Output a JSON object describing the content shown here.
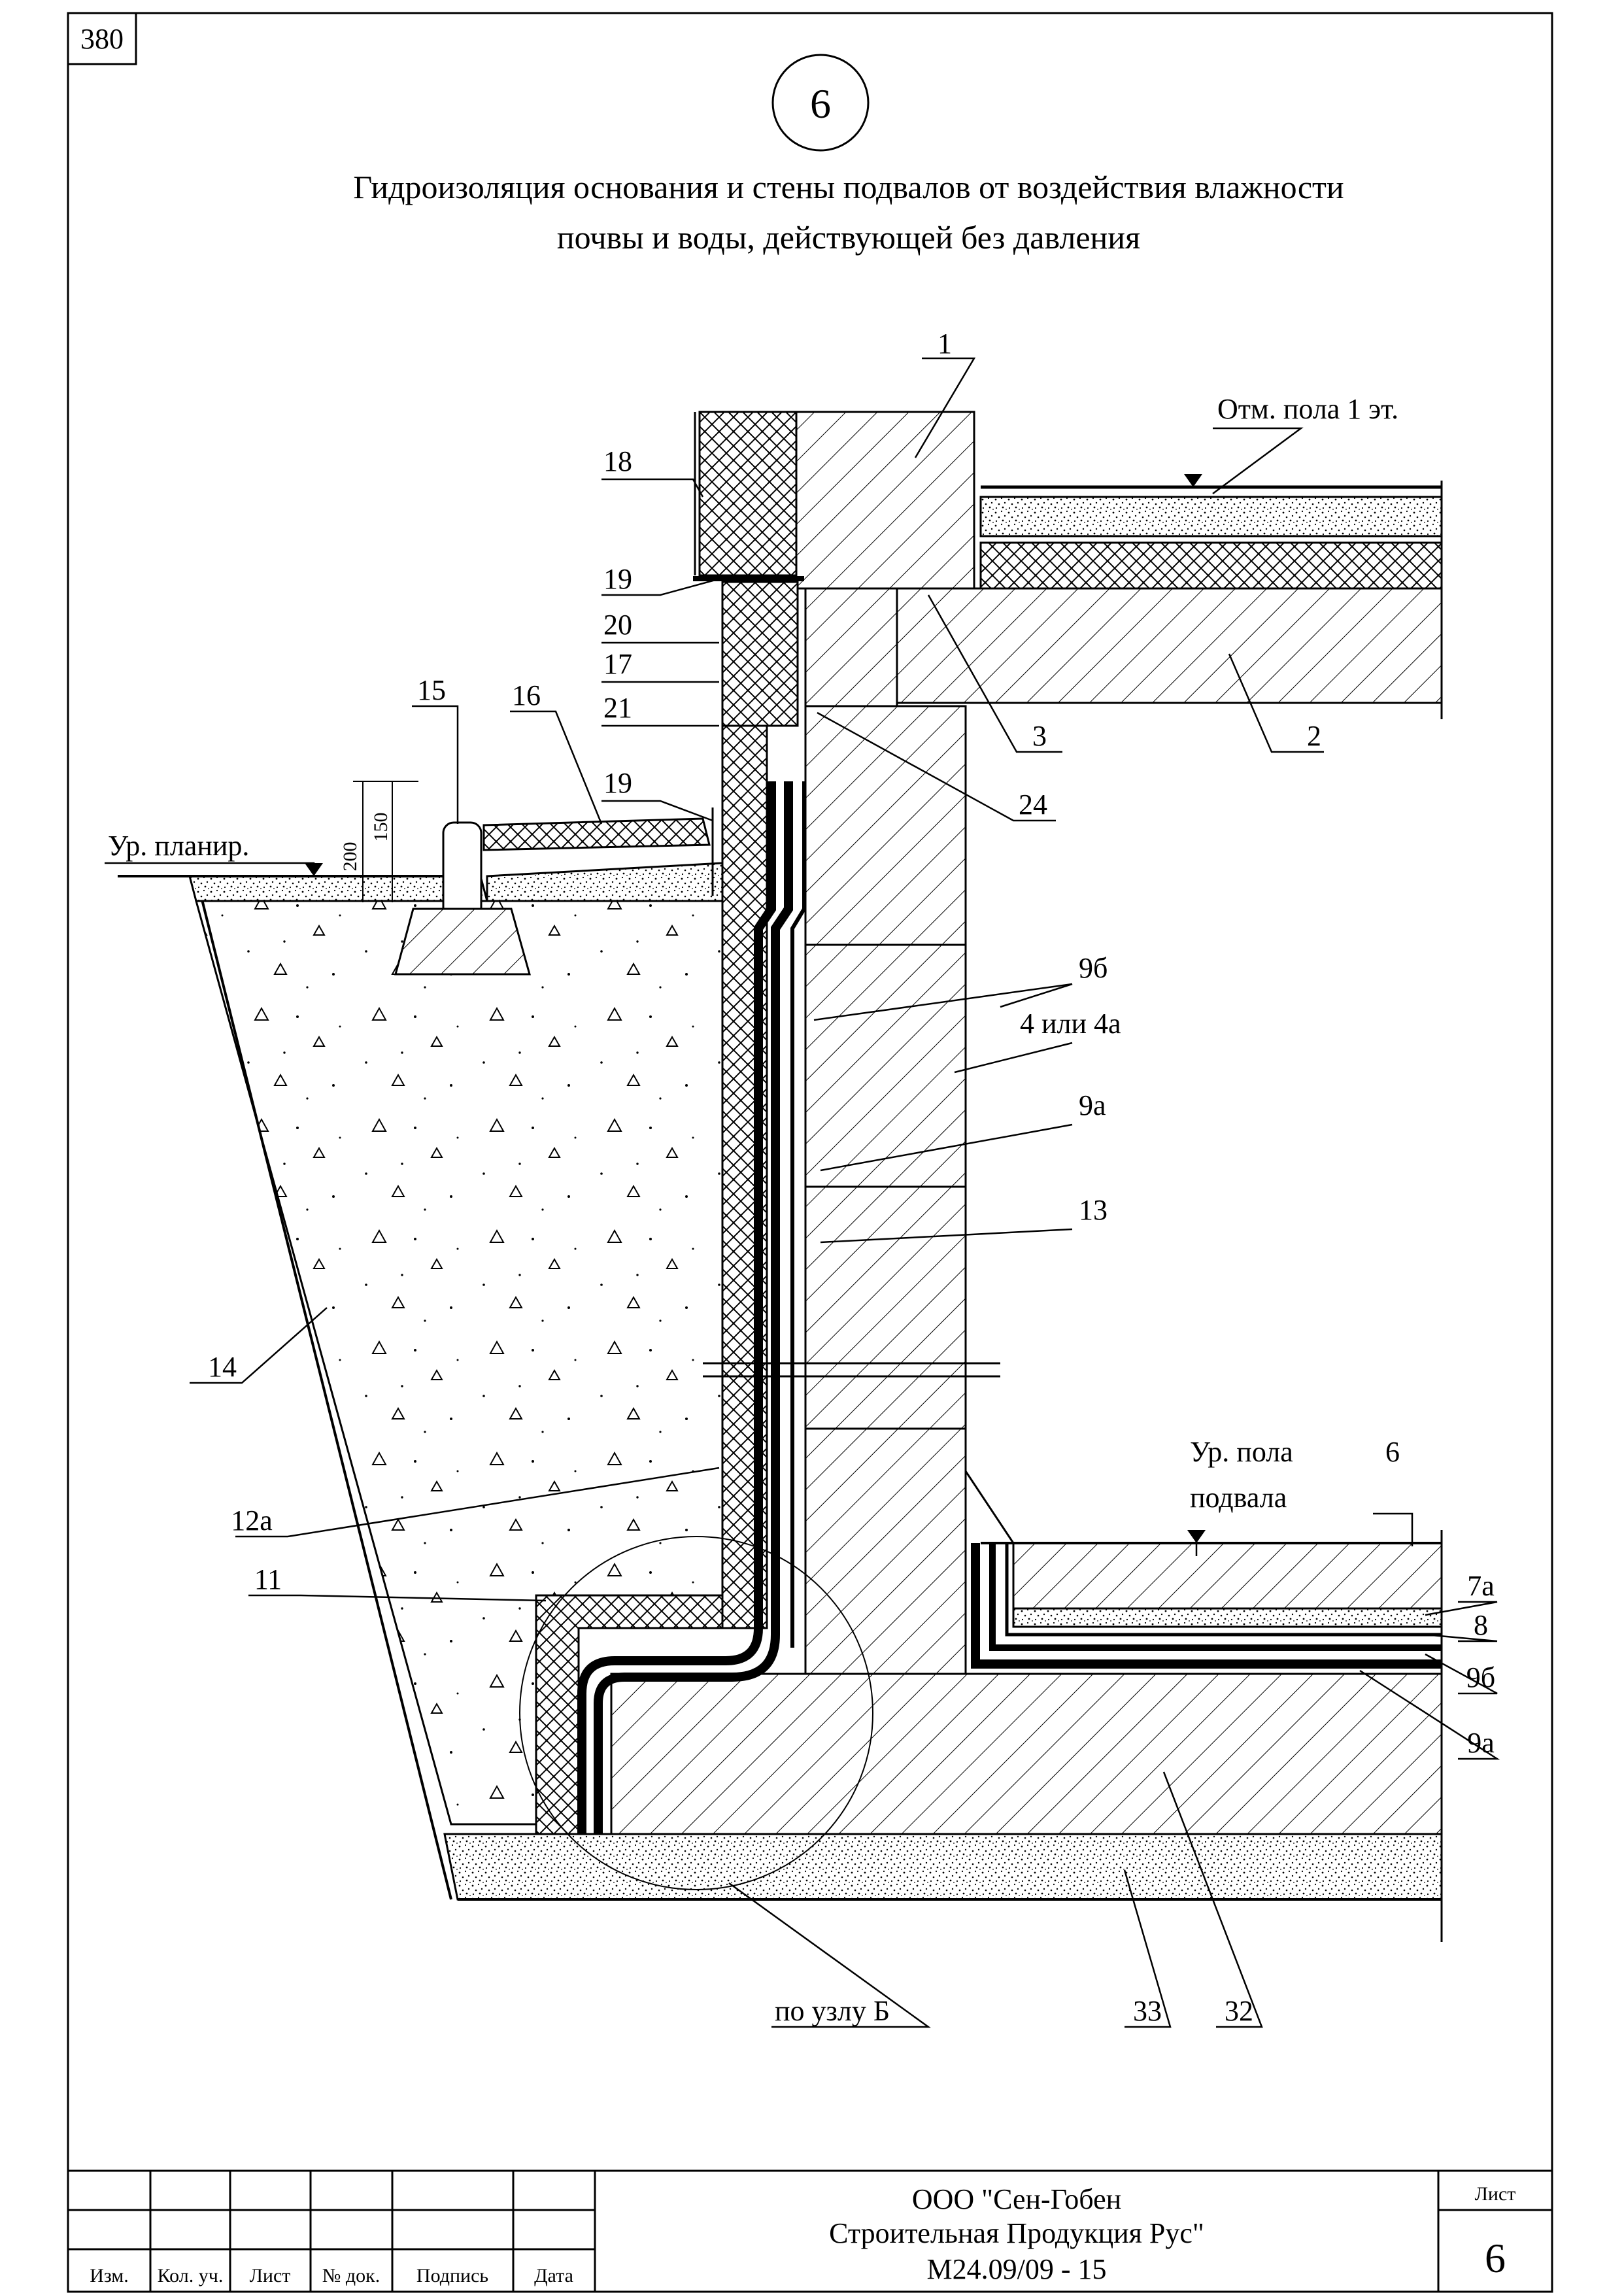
{
  "sheet": {
    "page_number": "380",
    "detail_number": "6",
    "title_line1": "Гидроизоляция основания и стены подвалов от воздействия влажности",
    "title_line2": "почвы и воды, действующей без давления"
  },
  "labels": {
    "l1": "1",
    "l2": "2",
    "l3": "3",
    "l24": "24",
    "floor1": "Отм. пола 1 эт.",
    "l18": "18",
    "l19a": "19",
    "l20": "20",
    "l17": "17",
    "l21": "21",
    "l19b": "19",
    "l15": "15",
    "l16": "16",
    "grade": "Ур. планир.",
    "dim200": "200",
    "dim150": "150",
    "l9b_top": "9б",
    "l4": "4 или 4а",
    "l9a_top": "9а",
    "l13": "13",
    "l14": "14",
    "l12a": "12а",
    "l11": "11",
    "basement_floor_1": "Ур. пола",
    "basement_floor_2": "подвала",
    "l6": "6",
    "l7a": "7а",
    "l8": "8",
    "l9b_bot": "9б",
    "l9a_bot": "9а",
    "node_ref": "по узлу Б",
    "l33": "33",
    "l32": "32"
  },
  "title_block": {
    "headers": [
      "Изм.",
      "Кол. уч.",
      "Лист",
      "№ док.",
      "Подпись",
      "Дата"
    ],
    "company_line1": "ООО \"Сен-Гобен",
    "company_line2": "Строительная Продукция Рус\"",
    "code": "М24.09/09 - 15",
    "sheet_label": "Лист",
    "sheet_number": "6"
  }
}
